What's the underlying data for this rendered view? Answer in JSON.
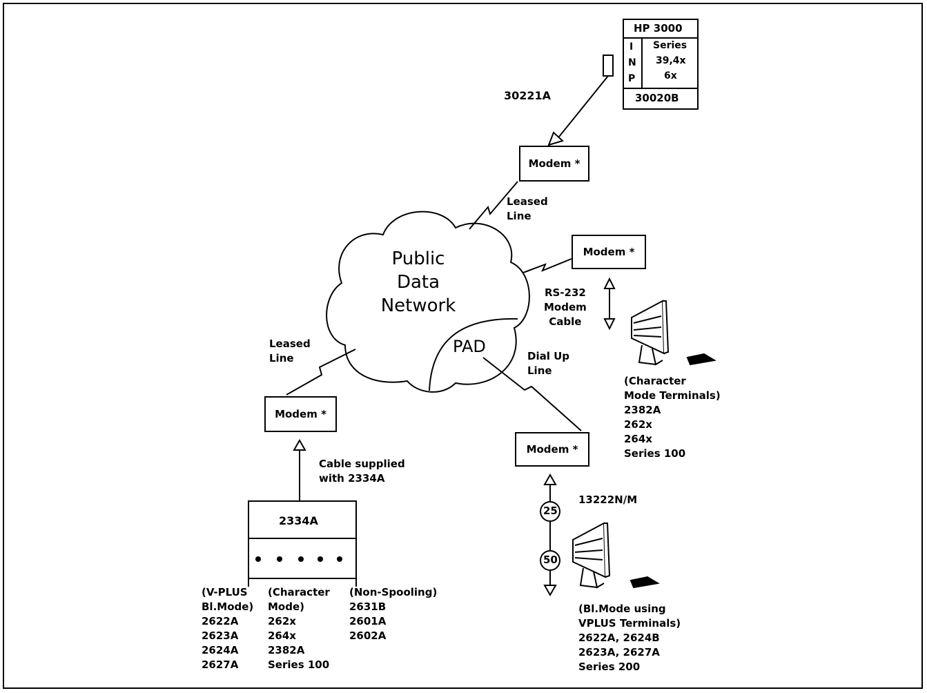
{
  "host": {
    "title": "HP 3000",
    "inp_letters": [
      "I",
      "N",
      "P"
    ],
    "series_lines": [
      "Series",
      "39,4x",
      "6x"
    ],
    "board": "30020B"
  },
  "labels": {
    "host_cable": "30221A",
    "leased_line_top": "Leased\nLine",
    "leased_line_left": "Leased\nLine",
    "dial_up_line": "Dial Up\nLine",
    "rs232_cable": "RS-232\nModem\nCable",
    "cable_supplied": "Cable supplied\nwith 2334A",
    "cable_13222": "13222N/M",
    "connector_25": "25",
    "connector_50": "50"
  },
  "modems": {
    "top": "Modem *",
    "right": "Modem *",
    "left": "Modem *",
    "bottom": "Modem *"
  },
  "cloud": {
    "text": "Public\nData\nNetwork",
    "pad": "PAD"
  },
  "cluster_box": {
    "title": "2334A"
  },
  "char_terminal_list": "(Character\nMode Terminals)\n2382A\n262x\n264x\nSeries 100",
  "block_terminal_list": "(Bl.Mode using\nVPLUS Terminals)\n2622A, 2624B\n2623A, 2627A\nSeries 200",
  "cluster_columns": [
    "(V-PLUS\nBl.Mode)\n2622A\n2623A\n2624A\n2627A",
    "(Character\nMode)\n262x\n264x\n2382A\nSeries 100",
    "(Non-Spooling)\n2631B\n2601A\n2602A"
  ]
}
